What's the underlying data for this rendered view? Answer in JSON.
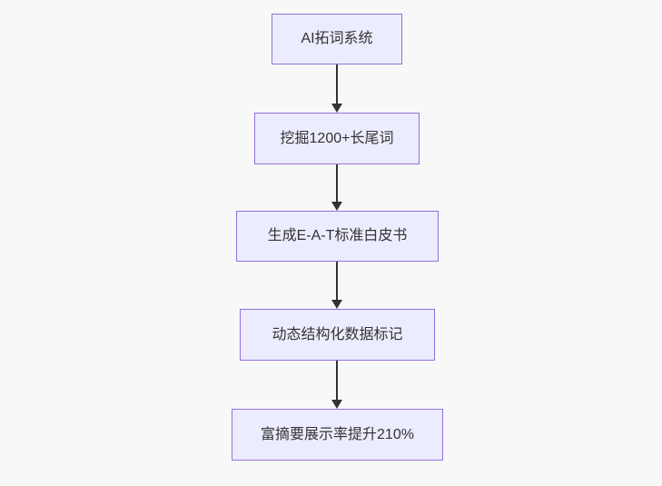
{
  "diagram": {
    "type": "flowchart-top-down",
    "background_color": "#f8f8f8",
    "node_fill_color": "#ececff",
    "node_border_color": "#9370db",
    "node_text_color": "#333333",
    "arrow_color": "#333333",
    "nodes": [
      {
        "label": "AI拓词系统"
      },
      {
        "label": "挖掘1200+长尾词"
      },
      {
        "label": "生成E-A-T标准白皮书"
      },
      {
        "label": "动态结构化数据标记"
      },
      {
        "label": "富摘要展示率提升210%"
      }
    ],
    "edges": [
      {
        "from": "AI拓词系统",
        "to": "挖掘1200+长尾词"
      },
      {
        "from": "挖掘1200+长尾词",
        "to": "生成E-A-T标准白皮书"
      },
      {
        "from": "生成E-A-T标准白皮书",
        "to": "动态结构化数据标记"
      },
      {
        "from": "动态结构化数据标记",
        "to": "富摘要展示率提升210%"
      }
    ]
  }
}
